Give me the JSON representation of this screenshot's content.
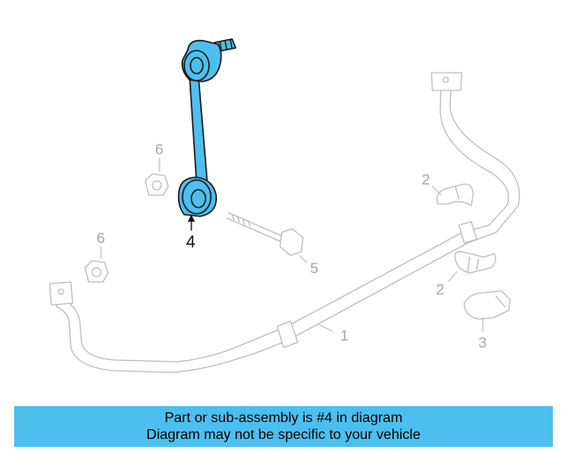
{
  "diagram": {
    "callouts": {
      "c1": "1",
      "c2a": "2",
      "c2b": "2",
      "c3": "3",
      "c4": "4",
      "c5": "5",
      "c6a": "6",
      "c6b": "6"
    },
    "highlight_color": "#4dbfef",
    "highlighted_part": "4"
  },
  "banner": {
    "line1": "Part or sub-assembly is #4 in diagram",
    "line2": "Diagram may not be specific to your vehicle",
    "background": "#4dbfef"
  }
}
